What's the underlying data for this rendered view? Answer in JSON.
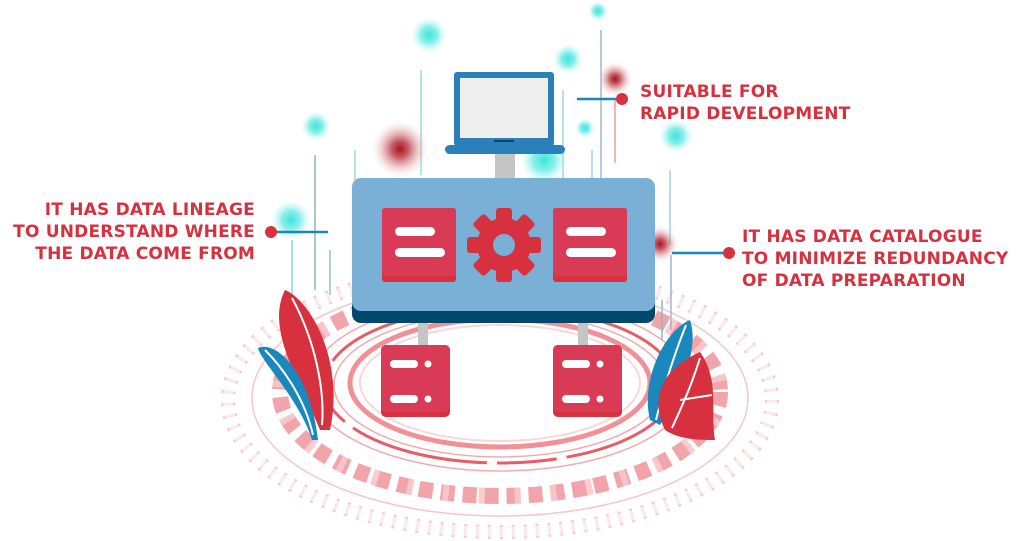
{
  "colors": {
    "accent_red": "#d7303f",
    "panel_blue": "#7aafd6",
    "panel_dark": "#02486d",
    "laptop_blue": "#2b80ba",
    "leaf_blue": "#1a88bc",
    "glow_cyan": "#3fe3dc",
    "glow_red": "#a8121f",
    "stand_gray": "#c5c5c5"
  },
  "callouts": {
    "left": {
      "lines": [
        "IT HAS DATA LINEAGE",
        "TO UNDERSTAND WHERE",
        "THE DATA COME FROM"
      ]
    },
    "top_right": {
      "lines": [
        "SUITABLE FOR",
        "RAPID DEVELOPMENT"
      ]
    },
    "right": {
      "lines": [
        "IT HAS DATA CATALOGUE",
        "TO MINIMIZE REDUNDANCY",
        "OF DATA PREPARATION"
      ]
    }
  },
  "icons": {
    "laptop": "laptop-icon",
    "gear": "gear-icon",
    "server_left": "server-icon",
    "server_right": "server-icon",
    "module_left": "list-module-icon",
    "module_right": "list-module-icon"
  }
}
